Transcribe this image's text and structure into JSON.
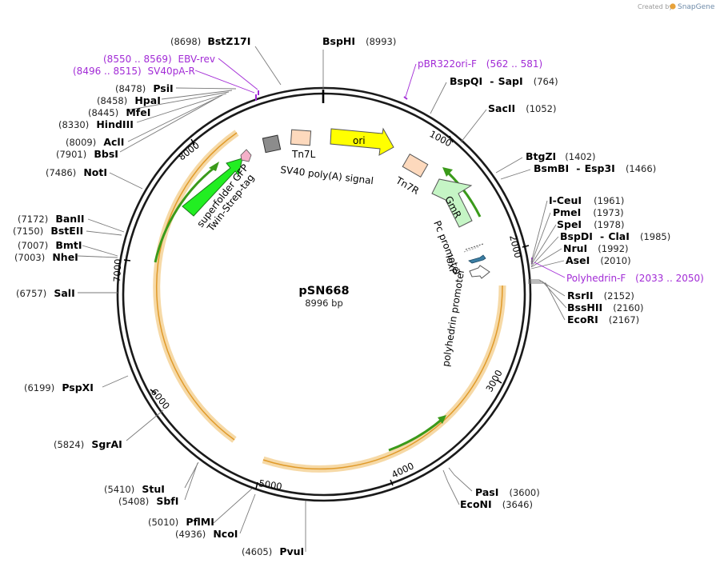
{
  "plasmid": {
    "name": "pSN668",
    "size_label": "8996 bp",
    "length": 8996
  },
  "watermark": {
    "created_by": "Created by",
    "brand": "SnapGene"
  },
  "ticks": [
    "1000",
    "2000",
    "3000",
    "4000",
    "5000",
    "6000",
    "7000",
    "8000"
  ],
  "sites": [
    {
      "name": "BstZ17I",
      "pos": "(8698)"
    },
    {
      "name": "BspHI",
      "pos": "(8993)"
    },
    {
      "name": "BspQI",
      "sep": "-",
      "name2": "SapI",
      "pos": "(764)"
    },
    {
      "name": "SacII",
      "pos": "(1052)"
    },
    {
      "name": "BtgZI",
      "pos": "(1402)"
    },
    {
      "name": "BsmBI",
      "sep": "-",
      "name2": "Esp3I",
      "pos": "(1466)"
    },
    {
      "name": "I-CeuI",
      "pos": "(1961)"
    },
    {
      "name": "PmeI",
      "pos": "(1973)"
    },
    {
      "name": "SpeI",
      "pos": "(1978)"
    },
    {
      "name": "BspDI",
      "sep": "-",
      "name2": "ClaI",
      "pos": "(1985)"
    },
    {
      "name": "NruI",
      "pos": "(1992)"
    },
    {
      "name": "AseI",
      "pos": "(2010)"
    },
    {
      "name": "RsrII",
      "pos": "(2152)"
    },
    {
      "name": "BssHII",
      "pos": "(2160)"
    },
    {
      "name": "EcoRI",
      "pos": "(2167)"
    },
    {
      "name": "PasI",
      "pos": "(3600)"
    },
    {
      "name": "EcoNI",
      "pos": "(3646)"
    },
    {
      "name": "PvuI",
      "pos": "(4605)"
    },
    {
      "name": "NcoI",
      "pos": "(4936)"
    },
    {
      "name": "PflMI",
      "pos": "(5010)"
    },
    {
      "name": "SbfI",
      "pos": "(5408)"
    },
    {
      "name": "StuI",
      "pos": "(5410)"
    },
    {
      "name": "SgrAI",
      "pos": "(5824)"
    },
    {
      "name": "PspXI",
      "pos": "(6199)"
    },
    {
      "name": "SalI",
      "pos": "(6757)"
    },
    {
      "name": "NheI",
      "pos": "(7003)"
    },
    {
      "name": "BmtI",
      "pos": "(7007)"
    },
    {
      "name": "BstEII",
      "pos": "(7150)"
    },
    {
      "name": "BanII",
      "pos": "(7172)"
    },
    {
      "name": "NotI",
      "pos": "(7486)"
    },
    {
      "name": "BbsI",
      "pos": "(7901)"
    },
    {
      "name": "AclI",
      "pos": "(8009)"
    },
    {
      "name": "HindIII",
      "pos": "(8330)"
    },
    {
      "name": "MfeI",
      "pos": "(8445)"
    },
    {
      "name": "HpaI",
      "pos": "(8458)"
    },
    {
      "name": "PsiI",
      "pos": "(8478)"
    }
  ],
  "primers": [
    {
      "name": "EBV-rev",
      "pos": "(8550 .. 8569)"
    },
    {
      "name": "SV40pA-R",
      "pos": "(8496 .. 8515)"
    },
    {
      "name": "pBR322ori-F",
      "pos": "(562 .. 581)"
    },
    {
      "name": "Polyhedrin-F",
      "pos": "(2033 .. 2050)"
    }
  ],
  "features": {
    "ori": "ori",
    "tn7l": "Tn7L",
    "tn7r": "Tn7R",
    "sv40": "SV40 poly(A) signal",
    "gmr": "GmR",
    "pc_promoter": "Pc promoter",
    "loxp": "loxP",
    "polyhedrin": "polyhedrin promoter",
    "sfgfp": "superfolder GFP",
    "twin_strep": "Twin-Strep-tag"
  },
  "colors": {
    "backbone": "#1a1a1a",
    "primer": "#a22bd6",
    "ori": "#ffff00",
    "gfp": "#22ee22",
    "gmr": "#c5f5c5",
    "tn7": "#fdd9bd",
    "sv40": "#8c8c8c",
    "orf_outline": "#f2bc5a",
    "orf_arrow": "#3a9a1a"
  }
}
